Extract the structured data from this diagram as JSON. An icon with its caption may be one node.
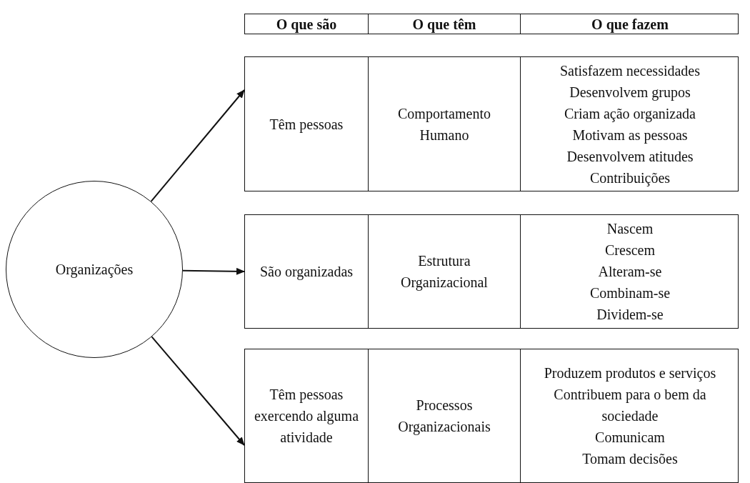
{
  "diagram": {
    "nodes": [
      {
        "text": [
          "Organizações"
        ]
      },
      {
        "text": [],
        "shape": "box"
      },
      {
        "text": [
          "O que são"
        ],
        "in": 1
      },
      {
        "text": [
          "O que têm"
        ],
        "in": 1
      },
      {
        "text": [
          "O que fazem"
        ],
        "in": 1
      },
      {
        "text": [],
        "shape": "box"
      },
      {
        "text": [
          "Têm pessoas"
        ],
        "in": 5
      },
      {
        "text": [
          "Comportamento Humano"
        ],
        "in": 5
      },
      {
        "text": [
          "Satisfazem necessidades",
          "Desenvolvem grupos",
          "Criam ação organizada",
          "Motivam as pessoas",
          "Desenvolvem atitudes",
          "Contribuições"
        ],
        "in": 5
      },
      {
        "text": [],
        "shape": "box"
      },
      {
        "text": [
          "São organizadas"
        ],
        "in": 9
      },
      {
        "text": [
          "Estrutura Organizacional"
        ],
        "in": 9
      },
      {
        "text": [
          "Nascem",
          "Crescem",
          "Alteram-se",
          "Combinam-se",
          "Dividem-se"
        ],
        "in": 9
      },
      {
        "text": [],
        "shape": "box"
      },
      {
        "text": [
          "Têm pessoas exercendo alguma atividade"
        ],
        "in": 13
      },
      {
        "text": [
          "Processos Organizacionais"
        ],
        "in": 13
      },
      {
        "text": [
          "Produzem produtos e serviços",
          "Contribuem para o bem da sociedade",
          "Comunicam",
          "Tomam decisões"
        ],
        "in": 13
      }
    ],
    "edges": [
      {
        "from": 0,
        "to": 5,
        "arrow": "to"
      },
      {
        "from": 0,
        "to": 9,
        "arrow": "to"
      },
      {
        "from": 0,
        "to": 13,
        "arrow": "to"
      }
    ]
  }
}
